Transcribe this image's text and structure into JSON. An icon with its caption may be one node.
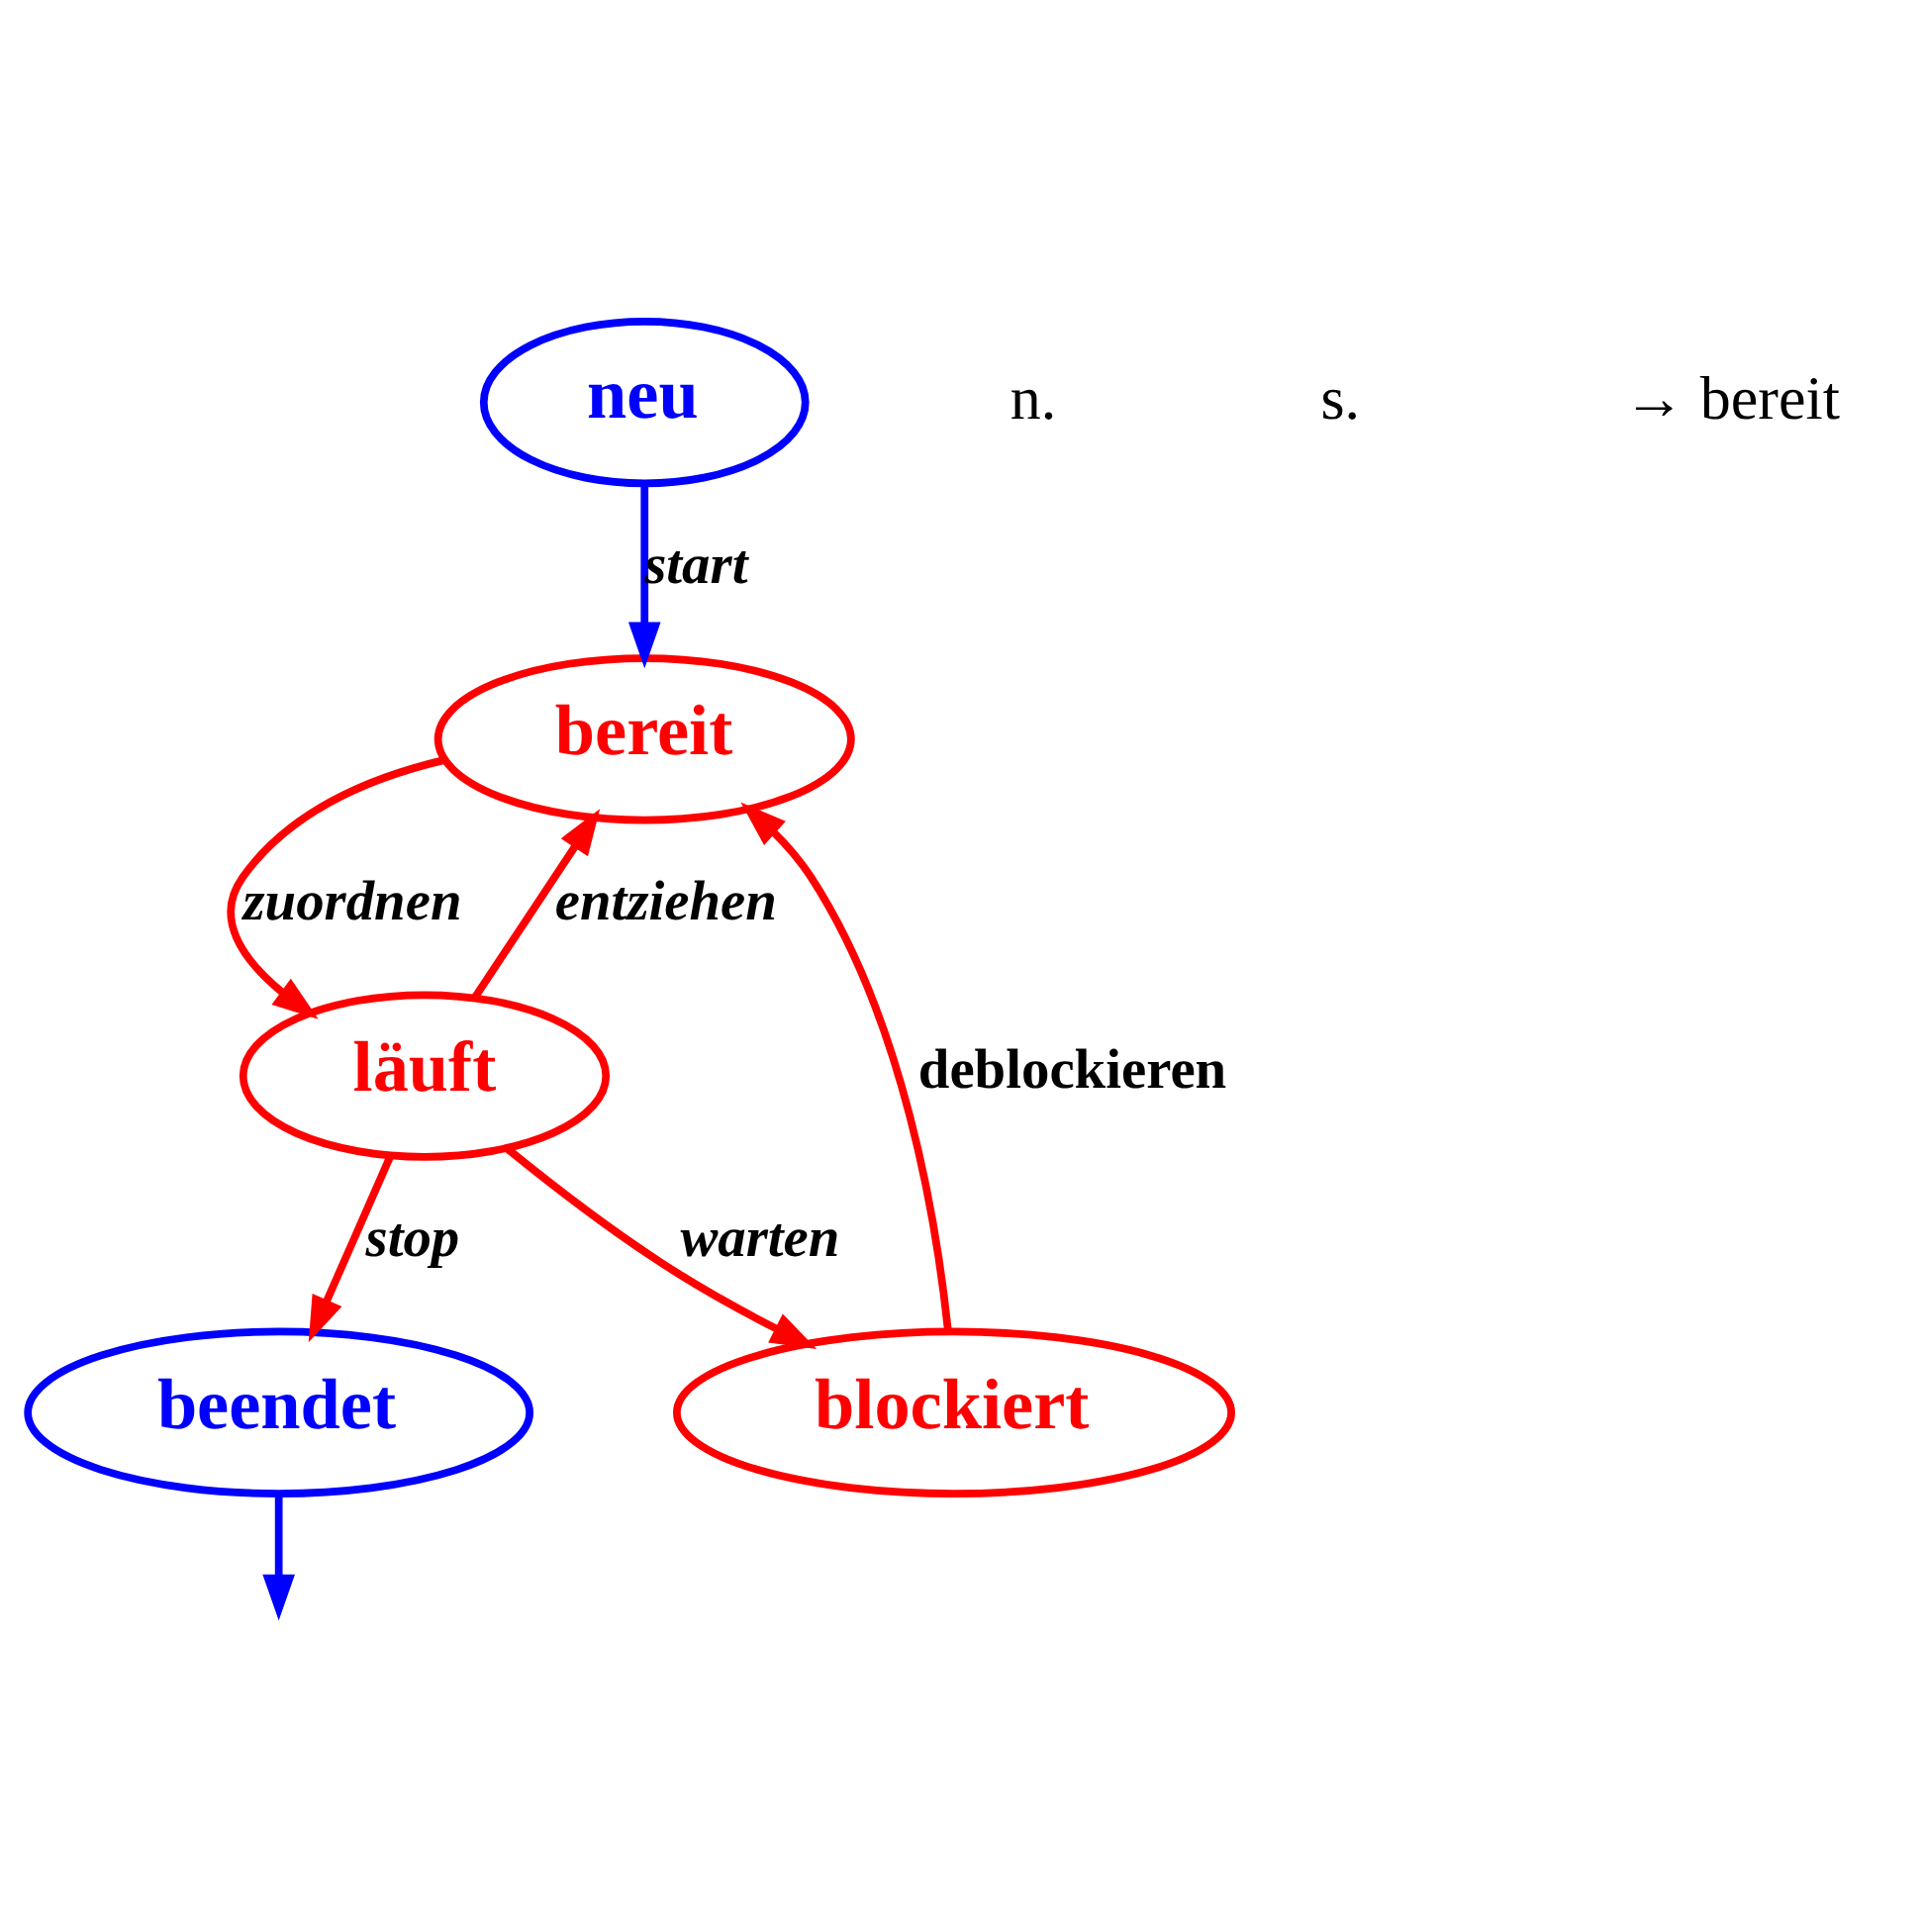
{
  "diagram": {
    "nodes": [
      {
        "text": [
          "neu"
        ]
      },
      {
        "text": [
          "bereit"
        ]
      },
      {
        "text": [
          "blockiert"
        ]
      },
      {
        "text": [
          "läuft"
        ]
      },
      {
        "text": [
          "beendet"
        ]
      }
    ],
    "edges": [
      {
        "from": 0,
        "to": 1,
        "arrow": "to",
        "label": "start",
        "color": "#0000ff"
      },
      {
        "from": 2,
        "to": 1,
        "arrow": "to",
        "label": "deblockieren"
      },
      {
        "from": 1,
        "to": 3,
        "arrow": "to",
        "label": "zuordnen"
      },
      {
        "from": 3,
        "to": 1,
        "arrow": "to",
        "label": "entziehen"
      },
      {
        "from": 3,
        "to": 2,
        "arrow": "to",
        "label": "warten"
      },
      {
        "from": 3,
        "to": 4,
        "arrow": "to",
        "label": "stop"
      },
      {
        "from": 4,
        "to": null,
        "arrow": "to",
        "color": "#0000ff"
      }
    ],
    "labels": [
      "n.",
      "s.",
      "→ bereit"
    ]
  }
}
